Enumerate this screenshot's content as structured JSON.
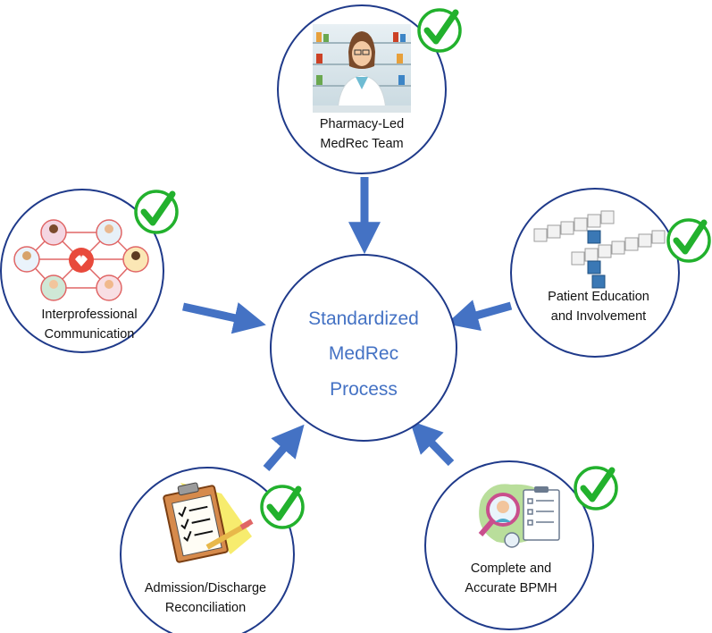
{
  "colors": {
    "circle_stroke": "#1f3a8a",
    "arrow": "#4472c4",
    "center_text": "#4472c4",
    "check": "#22b12d"
  },
  "center": {
    "lines": [
      "Standardized",
      "MedRec",
      "Process"
    ]
  },
  "nodes": {
    "pharmacy": {
      "lines": [
        "Pharmacy-Led",
        "MedRec Team"
      ],
      "icon": "pharmacist-icon",
      "checked": true
    },
    "interprofessional": {
      "lines": [
        "Interprofessional",
        "Communication"
      ],
      "icon": "care-team-network-icon",
      "checked": true
    },
    "patient_education": {
      "lines": [
        "Patient Education",
        "and Involvement"
      ],
      "icon": "doctor-team-patient-blocks-icon",
      "checked": true
    },
    "admission": {
      "lines": [
        "Admission/Discharge",
        "Reconciliation"
      ],
      "icon": "clipboard-checklist-icon",
      "checked": true
    },
    "bpmh": {
      "lines": [
        "Complete and",
        "Accurate BPMH"
      ],
      "icon": "interview-checklist-icon",
      "checked": true
    }
  }
}
